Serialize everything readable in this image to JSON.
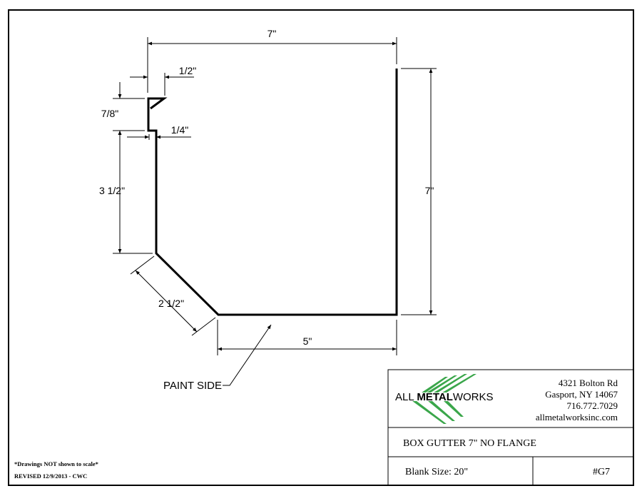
{
  "dimensions": {
    "top_width": "7\"",
    "hem_width": "1/2\"",
    "hem_height": "7/8\"",
    "step": "1/4\"",
    "upper_back": "3 1/2\"",
    "right_height": "7\"",
    "bevel": "2 1/2\"",
    "bottom_width": "5\""
  },
  "callout": {
    "paint_side": "PAINT SIDE"
  },
  "notes": {
    "scale_note": "*Drawings NOT shown to scale*",
    "revision": "REVISED 12/9/2013 - CWC"
  },
  "title_block": {
    "company": {
      "part1": "ALL ",
      "part2": "METAL",
      "part3": "WORKS"
    },
    "address_line1": "4321 Bolton Rd",
    "address_line2": "Gasport, NY 14067",
    "phone": "716.772.7029",
    "website": "allmetalworksinc.com",
    "part_name": "BOX GUTTER 7\" NO FLANGE",
    "blank_size": "Blank Size:  20\"",
    "part_number": "#G7"
  },
  "colors": {
    "line": "#000000",
    "logo_green": "#3aa64a"
  }
}
